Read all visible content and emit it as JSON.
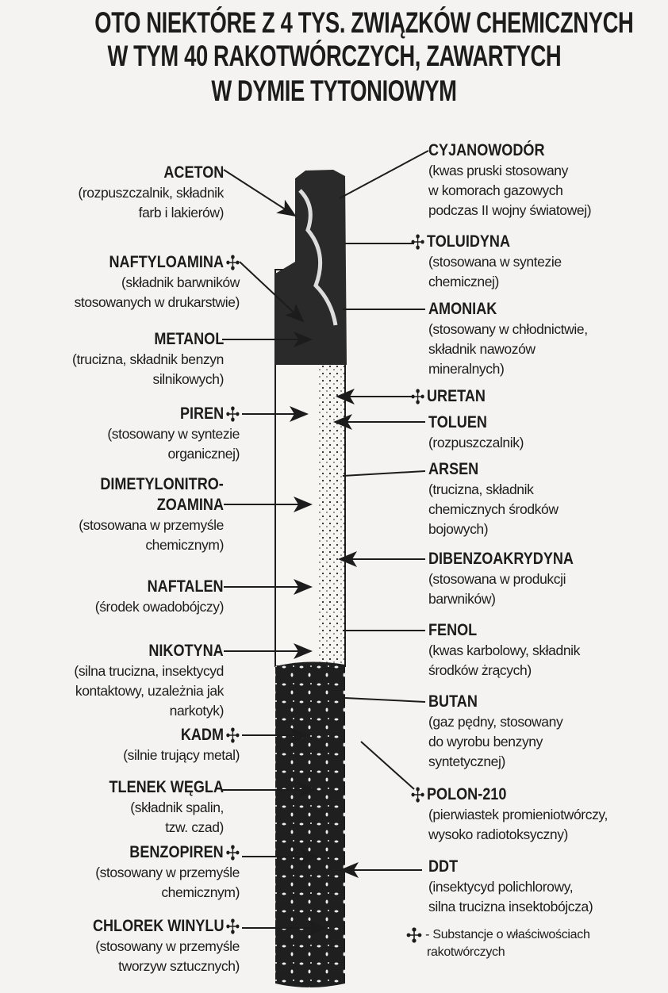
{
  "title": [
    "OTO NIEKTÓRE Z 4 TYS. ZWIĄZKÓW CHEMICZNYCH",
    "W TYM 40 RAKOTWÓRCZYCH, ZAWARTYCH",
    "W DYMIE TYTONIOWYM"
  ],
  "left_items": [
    {
      "name": [
        "ACETON"
      ],
      "desc": [
        "(rozpuszczalnik, składnik",
        "farb i lakierów)"
      ],
      "carcinogenic": false
    },
    {
      "name": [
        "NAFTYLOAMINA"
      ],
      "desc": [
        "(składnik barwników",
        "stosowanych w drukarstwie)"
      ],
      "carcinogenic": true
    },
    {
      "name": [
        "METANOL"
      ],
      "desc": [
        "(trucizna, składnik benzyn",
        "silnikowych)"
      ],
      "carcinogenic": false
    },
    {
      "name": [
        "PIREN"
      ],
      "desc": [
        "(stosowany w syntezie",
        "organicznej)"
      ],
      "carcinogenic": true
    },
    {
      "name": [
        "DIMETYLONITRO-",
        "ZOAMINA"
      ],
      "desc": [
        "(stosowana w przemyśle",
        "chemicznym)"
      ],
      "carcinogenic": false
    },
    {
      "name": [
        "NAFTALEN"
      ],
      "desc": [
        "(środek owadobójczy)"
      ],
      "carcinogenic": false
    },
    {
      "name": [
        "NIKOTYNA"
      ],
      "desc": [
        "(silna trucizna, insektycyd",
        "kontaktowy, uzależnia jak",
        "narkotyk)"
      ],
      "carcinogenic": false
    },
    {
      "name": [
        "KADM"
      ],
      "desc": [
        "(silnie trujący metal)"
      ],
      "carcinogenic": true
    },
    {
      "name": [
        "TLENEK WĘGLA"
      ],
      "desc": [
        "(składnik spalin,",
        "tzw. czad)"
      ],
      "carcinogenic": false
    },
    {
      "name": [
        "BENZOPIREN"
      ],
      "desc": [
        "(stosowany w przemyśle",
        "chemicznym)"
      ],
      "carcinogenic": true
    },
    {
      "name": [
        "CHLOREK WINYLU"
      ],
      "desc": [
        "(stosowany w przemyśle",
        "tworzyw sztucznych)"
      ],
      "carcinogenic": true
    }
  ],
  "right_items": [
    {
      "name": [
        "CYJANOWODÓR"
      ],
      "desc": [
        "(kwas pruski stosowany",
        "w komorach gazowych",
        "podczas II wojny światowej)"
      ],
      "carcinogenic": false
    },
    {
      "name": [
        "TOLUIDYNA"
      ],
      "desc": [
        "(stosowana w syntezie",
        "chemicznej)"
      ],
      "carcinogenic": true
    },
    {
      "name": [
        "AMONIAK"
      ],
      "desc": [
        "(stosowany w chłodnictwie,",
        "składnik nawozów",
        "mineralnych)"
      ],
      "carcinogenic": false
    },
    {
      "name": [
        "URETAN"
      ],
      "desc": [],
      "carcinogenic": true
    },
    {
      "name": [
        "TOLUEN"
      ],
      "desc": [
        "(rozpuszczalnik)"
      ],
      "carcinogenic": false
    },
    {
      "name": [
        "ARSEN"
      ],
      "desc": [
        "(trucizna, składnik",
        "chemicznych środków",
        "bojowych)"
      ],
      "carcinogenic": false
    },
    {
      "name": [
        "DIBENZOAKRYDYNA"
      ],
      "desc": [
        "(stosowana w produkcji",
        "barwników)"
      ],
      "carcinogenic": false
    },
    {
      "name": [
        "FENOL"
      ],
      "desc": [
        "(kwas karbolowy, składnik",
        "środków żrących)"
      ],
      "carcinogenic": false
    },
    {
      "name": [
        "BUTAN"
      ],
      "desc": [
        "(gaz pędny, stosowany",
        "do wyrobu benzyny",
        "syntetycznej)"
      ],
      "carcinogenic": false
    },
    {
      "name": [
        "POLON-210"
      ],
      "desc": [
        "(pierwiastek promieniotwórczy,",
        "wysoko radiotoksyczny)"
      ],
      "carcinogenic": true
    },
    {
      "name": [
        "DDT"
      ],
      "desc": [
        "(insektycyd polichlorowy,",
        "silna trucizna insektobójcza)"
      ],
      "carcinogenic": false
    }
  ],
  "legend": {
    "icon": "carcinogen-symbol-icon",
    "text": [
      "- Substancje o właściwościach",
      "rakotwórczych"
    ]
  }
}
